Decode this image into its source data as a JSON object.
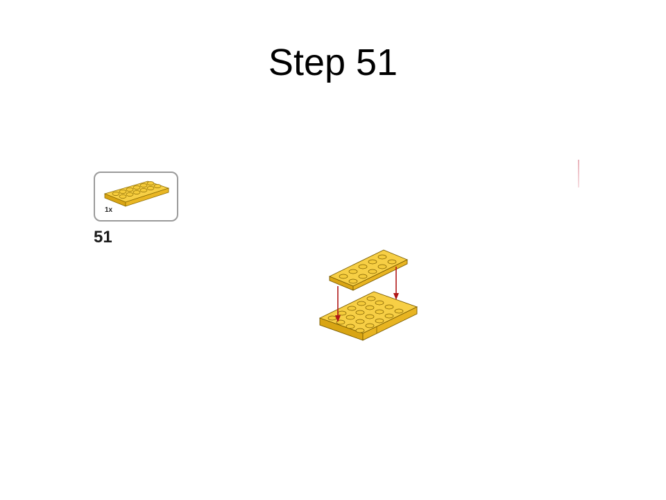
{
  "slide": {
    "title": "Step 51"
  },
  "instruction": {
    "step_number": "51",
    "parts": [
      {
        "quantity": "1x",
        "part_icon": "yellow-plate-2x6-icon"
      }
    ],
    "colors": {
      "brick_yellow": "#f2c230",
      "brick_shadow": "#c99a12",
      "arrow_red": "#b01818",
      "callout_border": "#9a9a9a"
    },
    "diagram_icon": "yellow-plate-assembly-illustration"
  }
}
